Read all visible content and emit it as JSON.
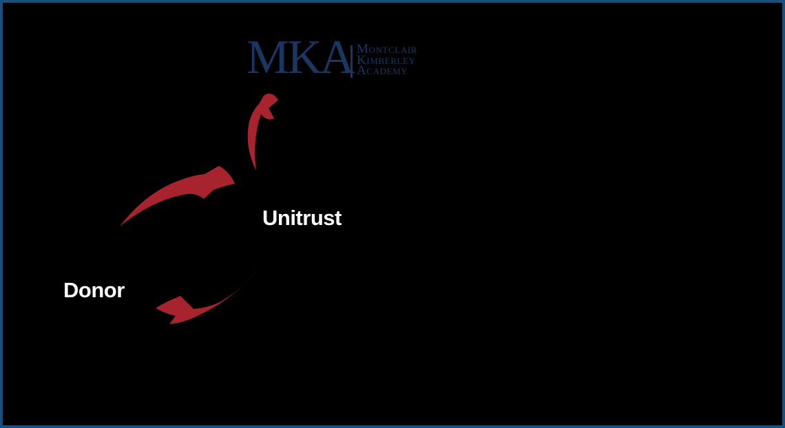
{
  "theme": {
    "canvas_bg": "#000000",
    "border": "#15507E",
    "navy": "#1A3764",
    "red": "#A7242E",
    "label": "#FFFFFF"
  },
  "logo": {
    "monogram": "MKA",
    "org_lines": [
      "Montclair",
      "Kimberley",
      "Academy"
    ]
  },
  "diagram": {
    "arrow_color": "#A7242E",
    "labels": {
      "unitrust": "Unitrust",
      "donor": "Donor"
    },
    "arrows": [
      {
        "name": "arrow-donor-to-unitrust-icon",
        "description": "red swoosh arrow curving up-right from Donor to Unitrust"
      },
      {
        "name": "arrow-unitrust-to-charity-icon",
        "description": "red swoosh arrow curving upward from Unitrust toward MKA logo"
      },
      {
        "name": "arrow-unitrust-to-donor-icon",
        "description": "red swoosh arrow curving down-left from Unitrust back to Donor"
      }
    ]
  }
}
